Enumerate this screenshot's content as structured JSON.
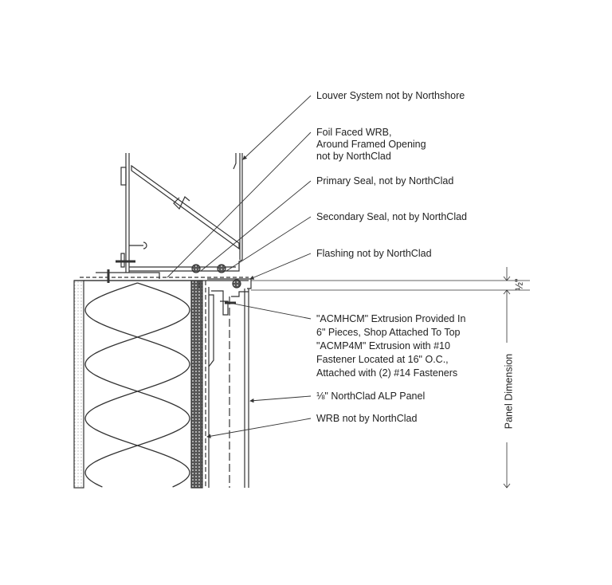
{
  "callouts": [
    {
      "id": "louver",
      "lines": [
        "Louver System not by Northshore"
      ]
    },
    {
      "id": "foil-wrb",
      "lines": [
        "Foil Faced WRB,",
        "Around Framed Opening",
        "not by NorthClad"
      ]
    },
    {
      "id": "primary-seal",
      "lines": [
        "Primary Seal, not by NorthClad"
      ]
    },
    {
      "id": "secondary-seal",
      "lines": [
        "Secondary Seal, not by NorthClad"
      ]
    },
    {
      "id": "flashing",
      "lines": [
        "Flashing not by NorthClad"
      ]
    },
    {
      "id": "extrusion",
      "lines": [
        "\"ACMHCM\" Extrusion Provided In",
        "6\" Pieces, Shop Attached To Top",
        "\"ACMP4M\" Extrusion with #10",
        "Fastener Located at 16\" O.C.,",
        "Attached with (2) #14 Fasteners"
      ]
    },
    {
      "id": "panel",
      "lines": [
        "⅛\" NorthClad ALP Panel"
      ]
    },
    {
      "id": "wrb",
      "lines": [
        "WRB not by NorthClad"
      ]
    }
  ],
  "dimensions": {
    "gap": "½\"",
    "panel": "Panel Dimension"
  },
  "colors": {
    "line": "#333333",
    "text": "#222222"
  }
}
